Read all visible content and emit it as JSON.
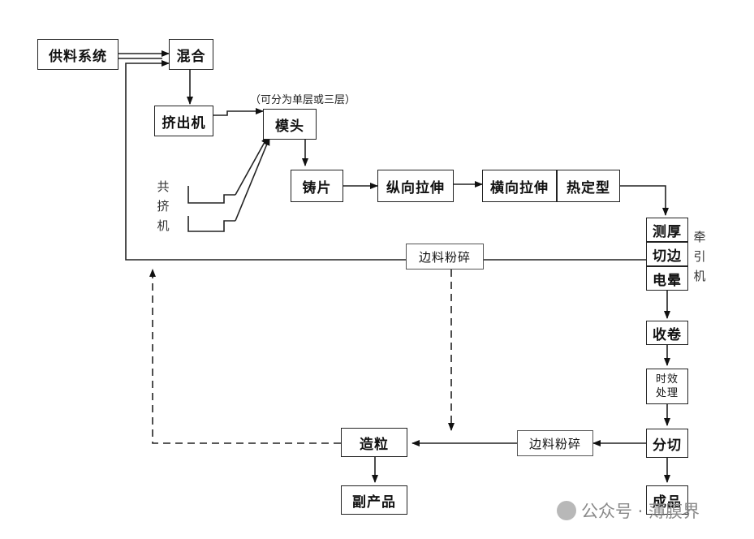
{
  "boxes": {
    "supply": "供料系统",
    "mix": "混合",
    "extruder": "挤出机",
    "die": "模头",
    "cast": "铸片",
    "mdo": "纵向拉伸",
    "tdo": "横向拉伸",
    "heatset": "热定型",
    "thickness": "测厚",
    "trim": "切边",
    "corona": "电晕",
    "winding": "收卷",
    "aging_line1": "时效",
    "aging_line2": "处理",
    "slitting": "分切",
    "product": "成品",
    "edge_recycle_top": "边料粉碎",
    "edge_recycle_bottom": "边料粉碎",
    "pelletize": "造粒",
    "byproduct": "副产品"
  },
  "labels": {
    "die_note": "（可分为单层或三层）",
    "coextruder_1": "共",
    "coextruder_2": "挤",
    "coextruder_3": "机",
    "traction_1": "牵",
    "traction_2": "引",
    "traction_3": "机"
  },
  "watermark": {
    "text": "公众号 · 薄膜界",
    "icon": "wechat-icon"
  }
}
